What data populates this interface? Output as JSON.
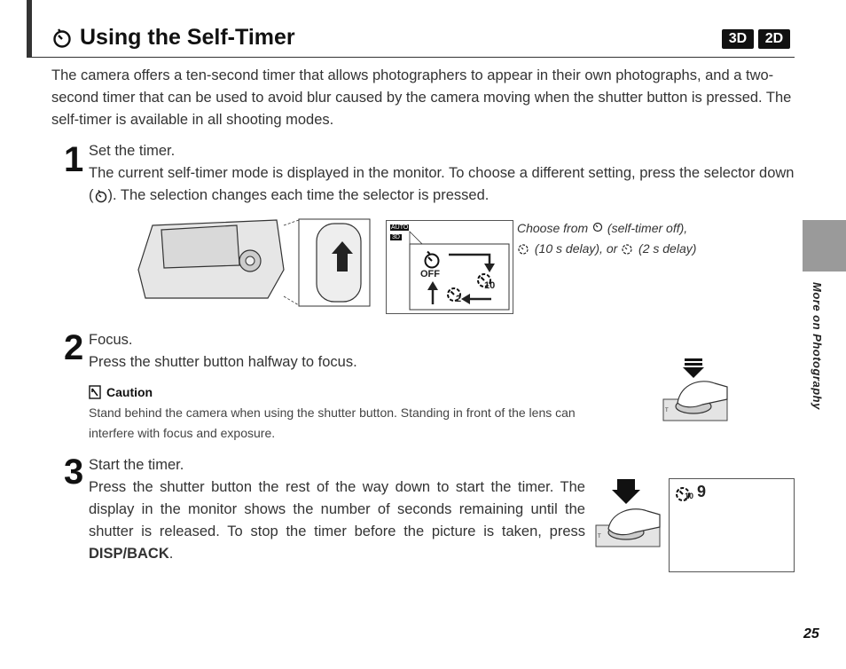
{
  "header": {
    "title": "Using the Self-Timer",
    "badge_3d": "3D",
    "badge_2d": "2D"
  },
  "intro": "The camera offers a ten-second timer that allows photographers to appear in their own photographs, and a two-second timer that can be used to avoid blur caused by the camera moving when the shutter button is pressed.  The self-timer is available in all shooting modes.",
  "steps": [
    {
      "number": "1",
      "title": "Set the timer.",
      "body_a": "The current self-timer mode is displayed in the monitor.  To choose a different setting, press the selector down (",
      "body_b": ").  The selection changes each time the selector is pressed."
    },
    {
      "number": "2",
      "title": "Focus.",
      "body": "Press the shutter button halfway to focus."
    },
    {
      "number": "3",
      "title": "Start the timer.",
      "body": "Press the shutter button the rest of the way down to start the timer.  The display in the monitor shows the number of seconds remaining until the shutter is released.  To stop the timer before the picture is taken, press ",
      "button": "DISP/BACK",
      "end": "."
    }
  ],
  "caution": {
    "title": "Caution",
    "body": "Stand behind the camera when using the shutter button.  Standing in front of the lens can interfere with focus and exposure."
  },
  "figure1": {
    "caption_a": "Choose from ",
    "caption_b": " (self-timer off),",
    "caption_c": " (10 s delay), or ",
    "caption_d": " (2 s delay)",
    "mode_auto": "AUTO",
    "mode_3d": "3D",
    "off_label": "OFF",
    "ten_label": "10",
    "two_label": "2",
    "icon_off_sub": "OFF"
  },
  "figure3": {
    "countdown_sub": "10",
    "countdown_num": "9"
  },
  "side_label": "More on Photography",
  "page_number": "25",
  "icons": {
    "title_icon": "self-timer-icon",
    "caution_icon": "caution-icon",
    "selector_icon": "self-timer-icon"
  }
}
